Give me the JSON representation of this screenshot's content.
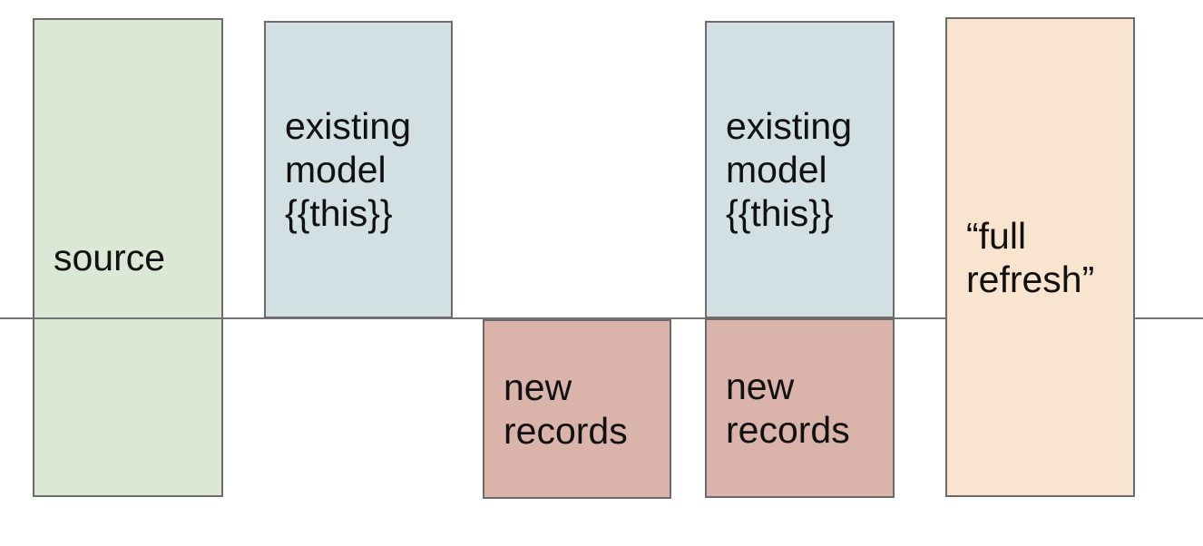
{
  "diagram": {
    "background": "#ffffff",
    "border_color": "#6b6b6b",
    "line_color": "#747474",
    "text_color": "#111111",
    "timeline": {
      "orientation": "horizontal",
      "meaning": "divider between existing data (above) and new data (below)"
    },
    "boxes": [
      {
        "id": "source",
        "label": "source",
        "fill": "#dbe8d6"
      },
      {
        "id": "existing-model-1",
        "label": "existing\nmodel\n{{this}}",
        "fill": "#d2dfe3"
      },
      {
        "id": "new-records-1",
        "label": "new\nrecords",
        "fill": "#dab3aa"
      },
      {
        "id": "existing-model-2",
        "label": "existing\nmodel\n{{this}}",
        "fill": "#d2dfe3"
      },
      {
        "id": "new-records-2",
        "label": "new\nrecords",
        "fill": "#dab3aa"
      },
      {
        "id": "full-refresh",
        "label": "“full\nrefresh”",
        "fill": "#f9e5cf"
      }
    ]
  }
}
